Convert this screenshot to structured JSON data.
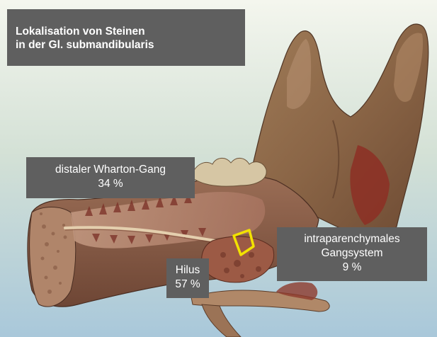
{
  "title": {
    "line1": "Lokalisation von Steinen",
    "line2": "in der  Gl. submandibularis"
  },
  "labels": {
    "wharton": {
      "name": "distaler Wharton-Gang",
      "percent": "34 %"
    },
    "hilus": {
      "name": "Hilus",
      "percent": "57 %"
    },
    "intraparenchymal": {
      "line1": "intraparenchymales",
      "line2": "Gangsystem",
      "percent": "9 %"
    }
  },
  "colors": {
    "label_background": "#5f5f5f",
    "label_text": "#ffffff",
    "hilus_marker": "#f2e200",
    "background_top": "#f4f6ee",
    "background_bottom": "#aeccdc"
  }
}
